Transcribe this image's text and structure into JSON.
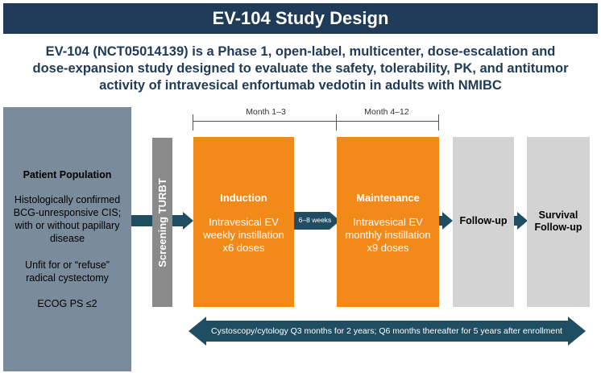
{
  "title": "EV-104 Study Design",
  "subtitle_lines": [
    "EV-104 (NCT05014139) is a Phase 1, open-label, multicenter, dose-escalation and",
    "dose-expansion study designed to evaluate the safety, tolerability, PK, and antitumor",
    "activity of intravesical enfortumab vedotin in adults with NMIBC"
  ],
  "patient_population": {
    "title": "Patient Population",
    "lines": [
      "Histologically confirmed",
      "BCG-unresponsive CIS;",
      "with or without papillary",
      "disease",
      "Unfit for or “refuse”",
      "radical cystectomy",
      "ECOG PS ≤2"
    ]
  },
  "screening": {
    "label": "Screening TURBT"
  },
  "periods": {
    "month_1_3": "Month 1–3",
    "month_4_12": "Month 4–12"
  },
  "induction": {
    "title": "Induction",
    "lines": [
      "Intravesical EV",
      "weekly instillation",
      "x6 doses"
    ]
  },
  "gap_label": "6–8 weeks",
  "maintenance": {
    "title": "Maintenance",
    "lines": [
      "Intravesical EV",
      "monthly instillation",
      "x9 doses"
    ]
  },
  "follow_up": {
    "label": "Follow-up"
  },
  "survival_follow_up": {
    "line1": "Survival",
    "line2": "Follow-up"
  },
  "cystoscopy_note": "Cystoscopy/cytology Q3 months for 2 years; Q6 months thereafter for 5 years after enrollment",
  "colors": {
    "title_bar": "#1f3b57",
    "patient_box": "#7a8b9c",
    "screening_bar": "#8a8a8a",
    "treatment_boxes": "#f28a1a",
    "follow_up_boxes": "#d3d3d3",
    "arrows": "#1f4e63"
  }
}
